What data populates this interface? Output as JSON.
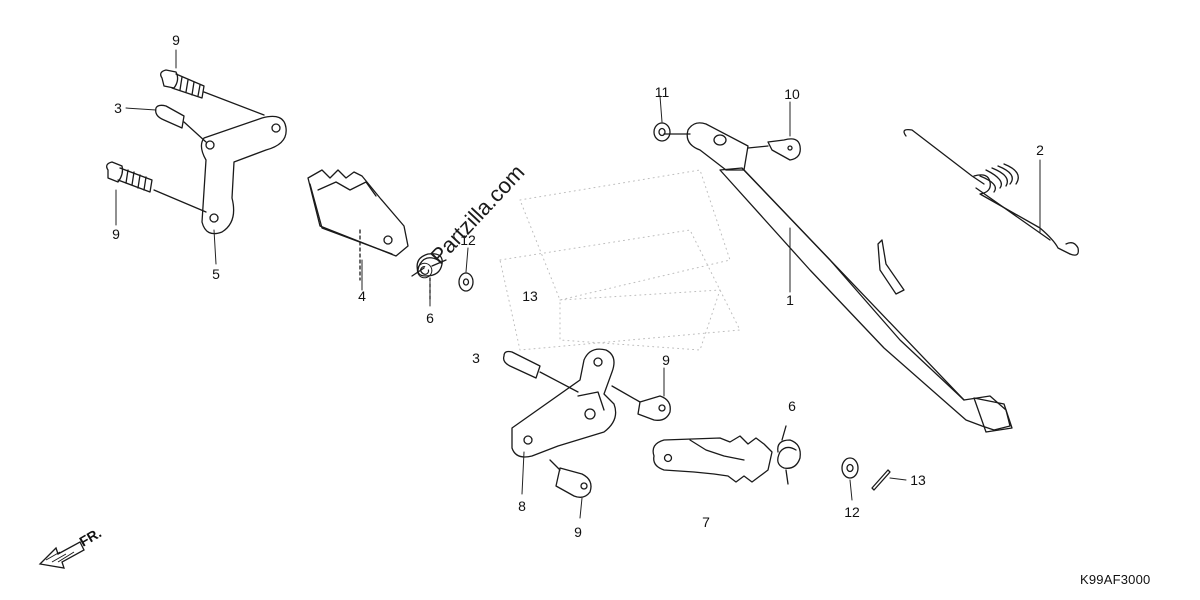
{
  "diagram": {
    "code": "K99AF3000",
    "watermark": "© Partzilla.com",
    "direction_label": "FR.",
    "callouts": {
      "c1": "1",
      "c2": "2",
      "c3a": "3",
      "c3b": "3",
      "c4": "4",
      "c5": "5",
      "c6a": "6",
      "c6b": "6",
      "c7": "7",
      "c8": "8",
      "c9a": "9",
      "c9b": "9",
      "c9c": "9",
      "c9d": "9",
      "c10": "10",
      "c11": "11",
      "c12a": "12",
      "c12b": "12",
      "c13a": "13",
      "c13b": "13"
    }
  }
}
